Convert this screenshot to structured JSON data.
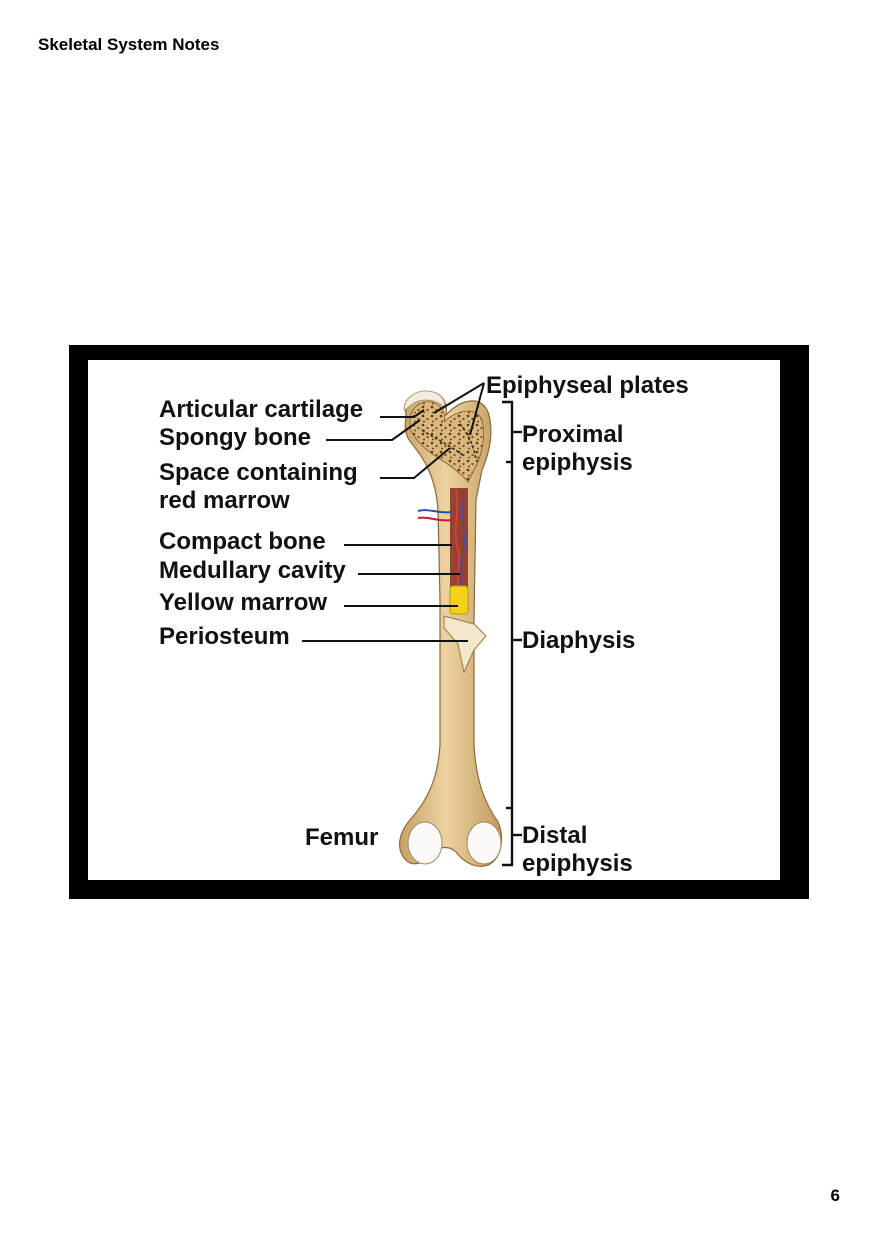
{
  "header": {
    "title": "Skeletal System Notes"
  },
  "footer": {
    "page_number": "6"
  },
  "figure": {
    "labels": {
      "epiphyseal_plates": "Epiphyseal plates",
      "articular_cartilage": "Articular cartilage",
      "spongy_bone": "Spongy bone",
      "space_line1": "Space containing",
      "space_line2": "red marrow",
      "compact_bone": "Compact bone",
      "medullary_cavity": "Medullary cavity",
      "yellow_marrow": "Yellow marrow",
      "periosteum": "Periosteum",
      "femur": "Femur",
      "proximal_line1": "Proximal",
      "proximal_line2": "epiphysis",
      "diaphysis": "Diaphysis",
      "distal_line1": "Distal",
      "distal_line2": "epiphysis"
    },
    "colors": {
      "bone": "#e2c591",
      "bone_dark": "#b8955a",
      "cartilage": "#f2ecdf",
      "yellow_marrow": "#f5d21a",
      "artery": "#c4202a",
      "vein": "#2a4fa8"
    }
  }
}
